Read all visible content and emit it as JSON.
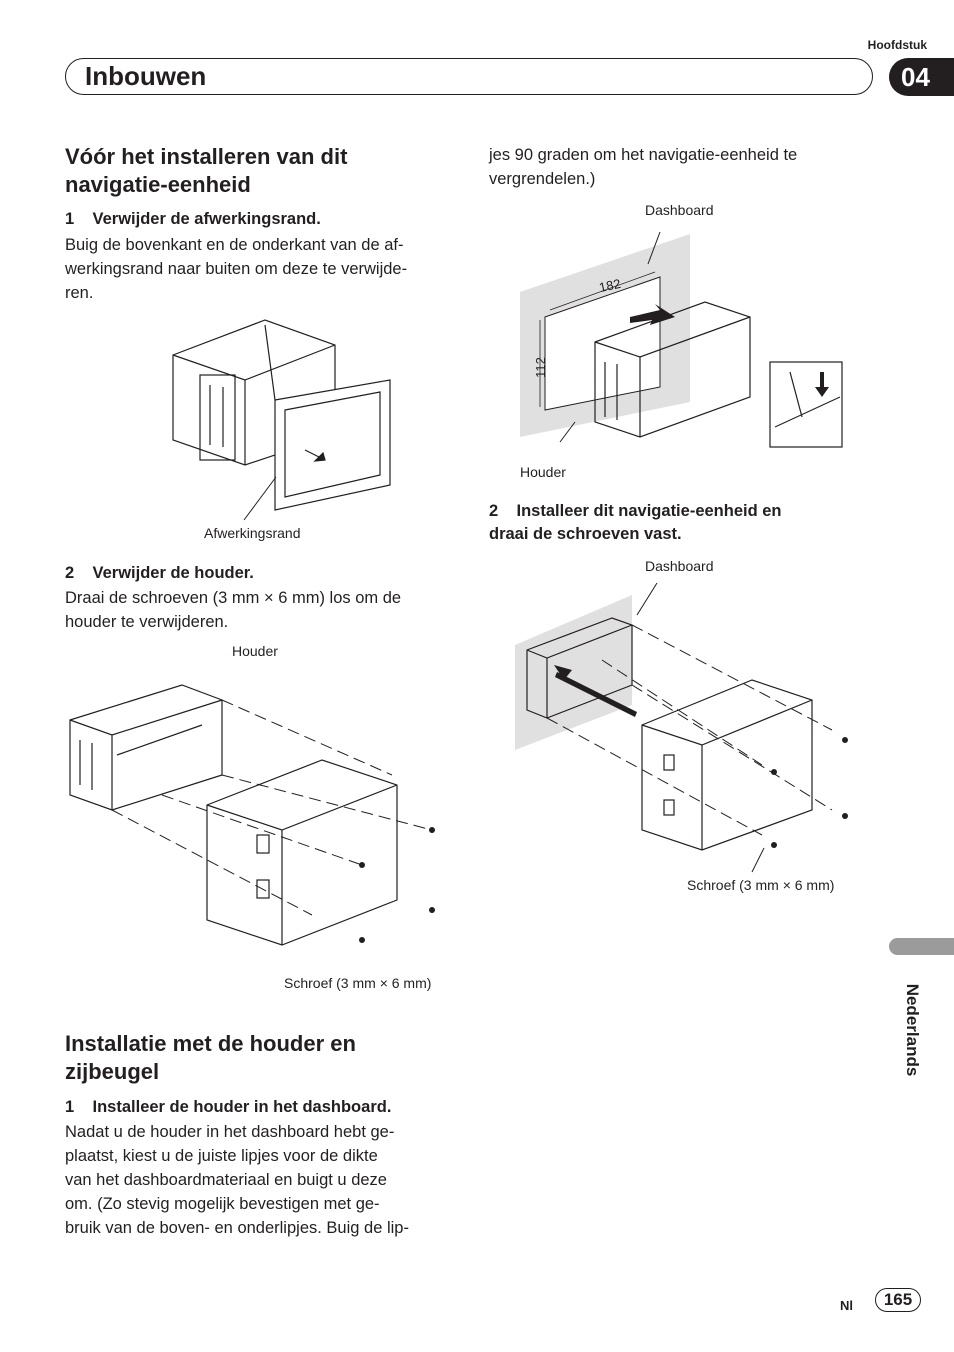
{
  "header": {
    "chapter_label": "Hoofdstuk",
    "chapter_number": "04",
    "title": "Inbouwen"
  },
  "section1": {
    "title": "Vóór het installeren van dit navigatie-eenheid",
    "step1_title": "1    Verwijder de afwerkingsrand.",
    "step1_lines": [
      "Buig de bovenkant en de onderkant van de af-",
      "werkingsrand naar buiten om deze te verwijde-",
      "ren."
    ],
    "figure1_caption": "Afwerkingsrand",
    "step2_title": "2    Verwijder de houder.",
    "step2_lines": [
      "Draai de schroeven (3 mm × 6 mm) los om de",
      "houder te verwijderen."
    ],
    "figure2_label": "Houder",
    "figure2_caption": "Schroef (3 mm × 6 mm)"
  },
  "section2": {
    "title": "Installatie met de houder en zijbeugel",
    "step1_title": "1    Installeer de houder in het dashboard.",
    "step1_lines": [
      "Nadat u de houder in het dashboard hebt ge-",
      "plaatst, kiest u de juiste lipjes voor de dikte",
      "van het dashboardmateriaal en buigt u deze",
      "om. (Zo stevig mogelijk bevestigen met ge-",
      "bruik van de boven- en onderlipjes. Buig de lip-"
    ],
    "step1_cont_lines": [
      "jes 90 graden om het navigatie-eenheid te",
      "vergrendelen.)"
    ],
    "figure3_label_top": "Dashboard",
    "figure3_dim_width": "182",
    "figure3_dim_height": "112",
    "figure3_label_bottom": "Houder",
    "step2_title_lines": [
      "2    Installeer dit navigatie-eenheid en",
      "draai de schroeven vast."
    ],
    "figure4_label_top": "Dashboard",
    "figure4_caption": "Schroef (3 mm × 6 mm)"
  },
  "side_tab": {
    "language": "Nederlands"
  },
  "footer": {
    "language_code": "Nl",
    "page_number": "165"
  }
}
